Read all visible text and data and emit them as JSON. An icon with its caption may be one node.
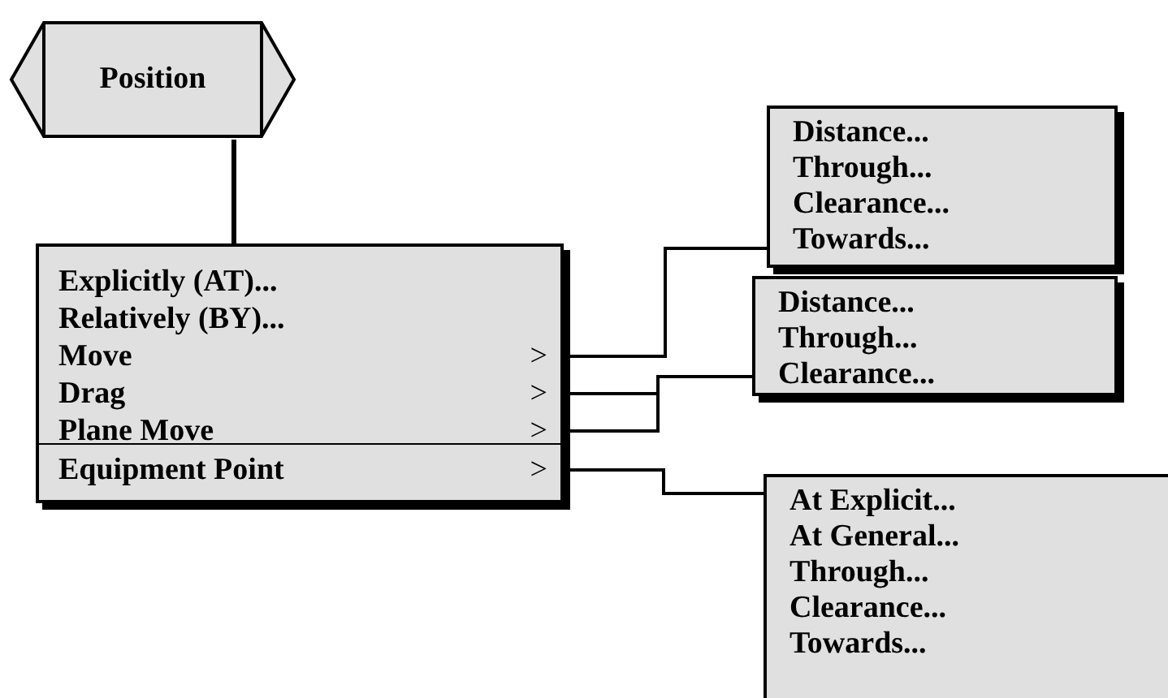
{
  "diagram": {
    "nodes": [
      {
        "text": [
          "Position"
        ]
      },
      {
        "text": [],
        "shape": "box"
      },
      {
        "text": [
          "Explicitly (AT)..."
        ],
        "in": 1
      },
      {
        "text": [
          "Relatively (BY)..."
        ],
        "in": 1
      },
      {
        "text": [
          "Move"
        ],
        "in": 1,
        "beside": [
          ">"
        ]
      },
      {
        "text": [
          "Drag"
        ],
        "in": 1,
        "beside": [
          ">"
        ]
      },
      {
        "text": [
          "Plane Move"
        ],
        "in": 1,
        "beside": [
          ">"
        ]
      },
      {
        "text": [
          "Equipment Point"
        ],
        "in": 1,
        "beside": [
          ">"
        ]
      },
      {
        "text": [
          "Distance...",
          "Through...",
          "Clearance...",
          "Towards..."
        ]
      },
      {
        "text": [
          "Distance...",
          "Through...",
          "Clearance..."
        ]
      },
      {
        "text": [
          "At Explicit...",
          "At General...",
          "Through...",
          "Clearance...",
          "Towards..."
        ]
      }
    ],
    "edges": [
      {
        "from": 0,
        "to": 1,
        "arrow": "none"
      },
      {
        "from": 4,
        "to": 8,
        "arrow": "none"
      },
      {
        "from": 5,
        "to": 9,
        "arrow": "none"
      },
      {
        "from": 6,
        "to": 9,
        "arrow": "none"
      },
      {
        "from": 7,
        "to": 10,
        "arrow": "none"
      }
    ]
  }
}
